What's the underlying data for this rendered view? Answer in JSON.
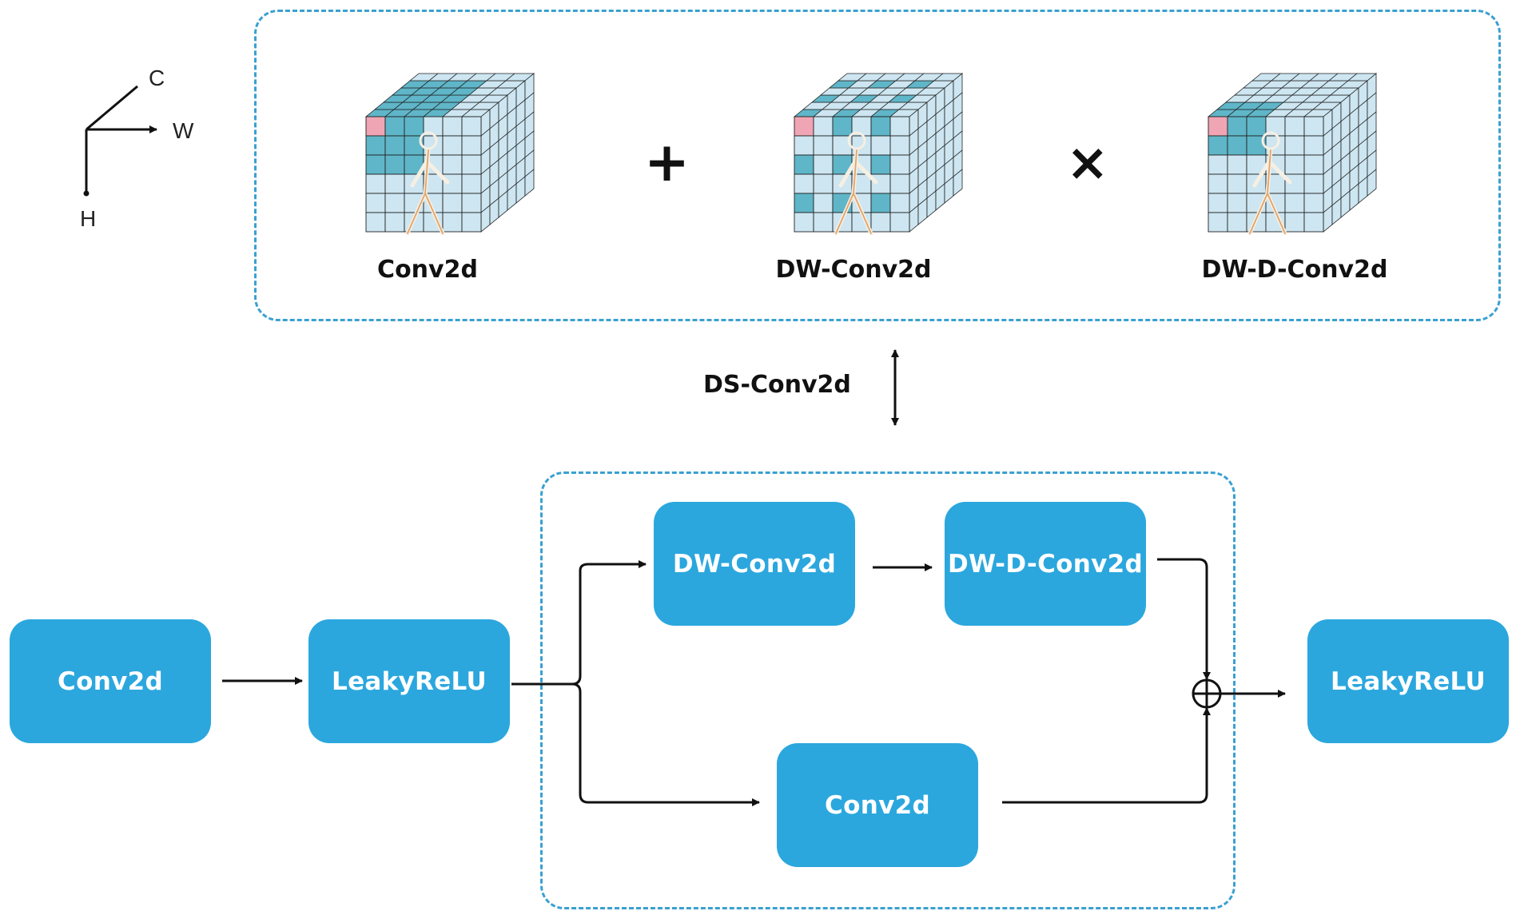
{
  "axes": {
    "c": "C",
    "w": "W",
    "h": "H"
  },
  "top_panel": {
    "cubes": [
      {
        "label": "Conv2d",
        "pattern": "conv"
      },
      {
        "label": "DW-Conv2d",
        "pattern": "dw"
      },
      {
        "label": "DW-D-Conv2d",
        "pattern": "dwd"
      }
    ],
    "operators": {
      "plus": "+",
      "times": "×"
    }
  },
  "link_label": "DS-Conv2d",
  "flow": {
    "conv2d_in": "Conv2d",
    "leaky_in": "LeakyReLU",
    "dw_conv2d": "DW-Conv2d",
    "dw_d_conv2d": "DW-D-Conv2d",
    "conv2d_branch": "Conv2d",
    "leaky_out": "LeakyReLU",
    "add_symbol": "⊕"
  },
  "colors": {
    "block": "#2ba7de",
    "dashed_border": "#3aa0d0",
    "cube_light": "#cde6f1",
    "cube_teal": "#5fb6c8",
    "cube_pink": "#f0a5b4"
  }
}
